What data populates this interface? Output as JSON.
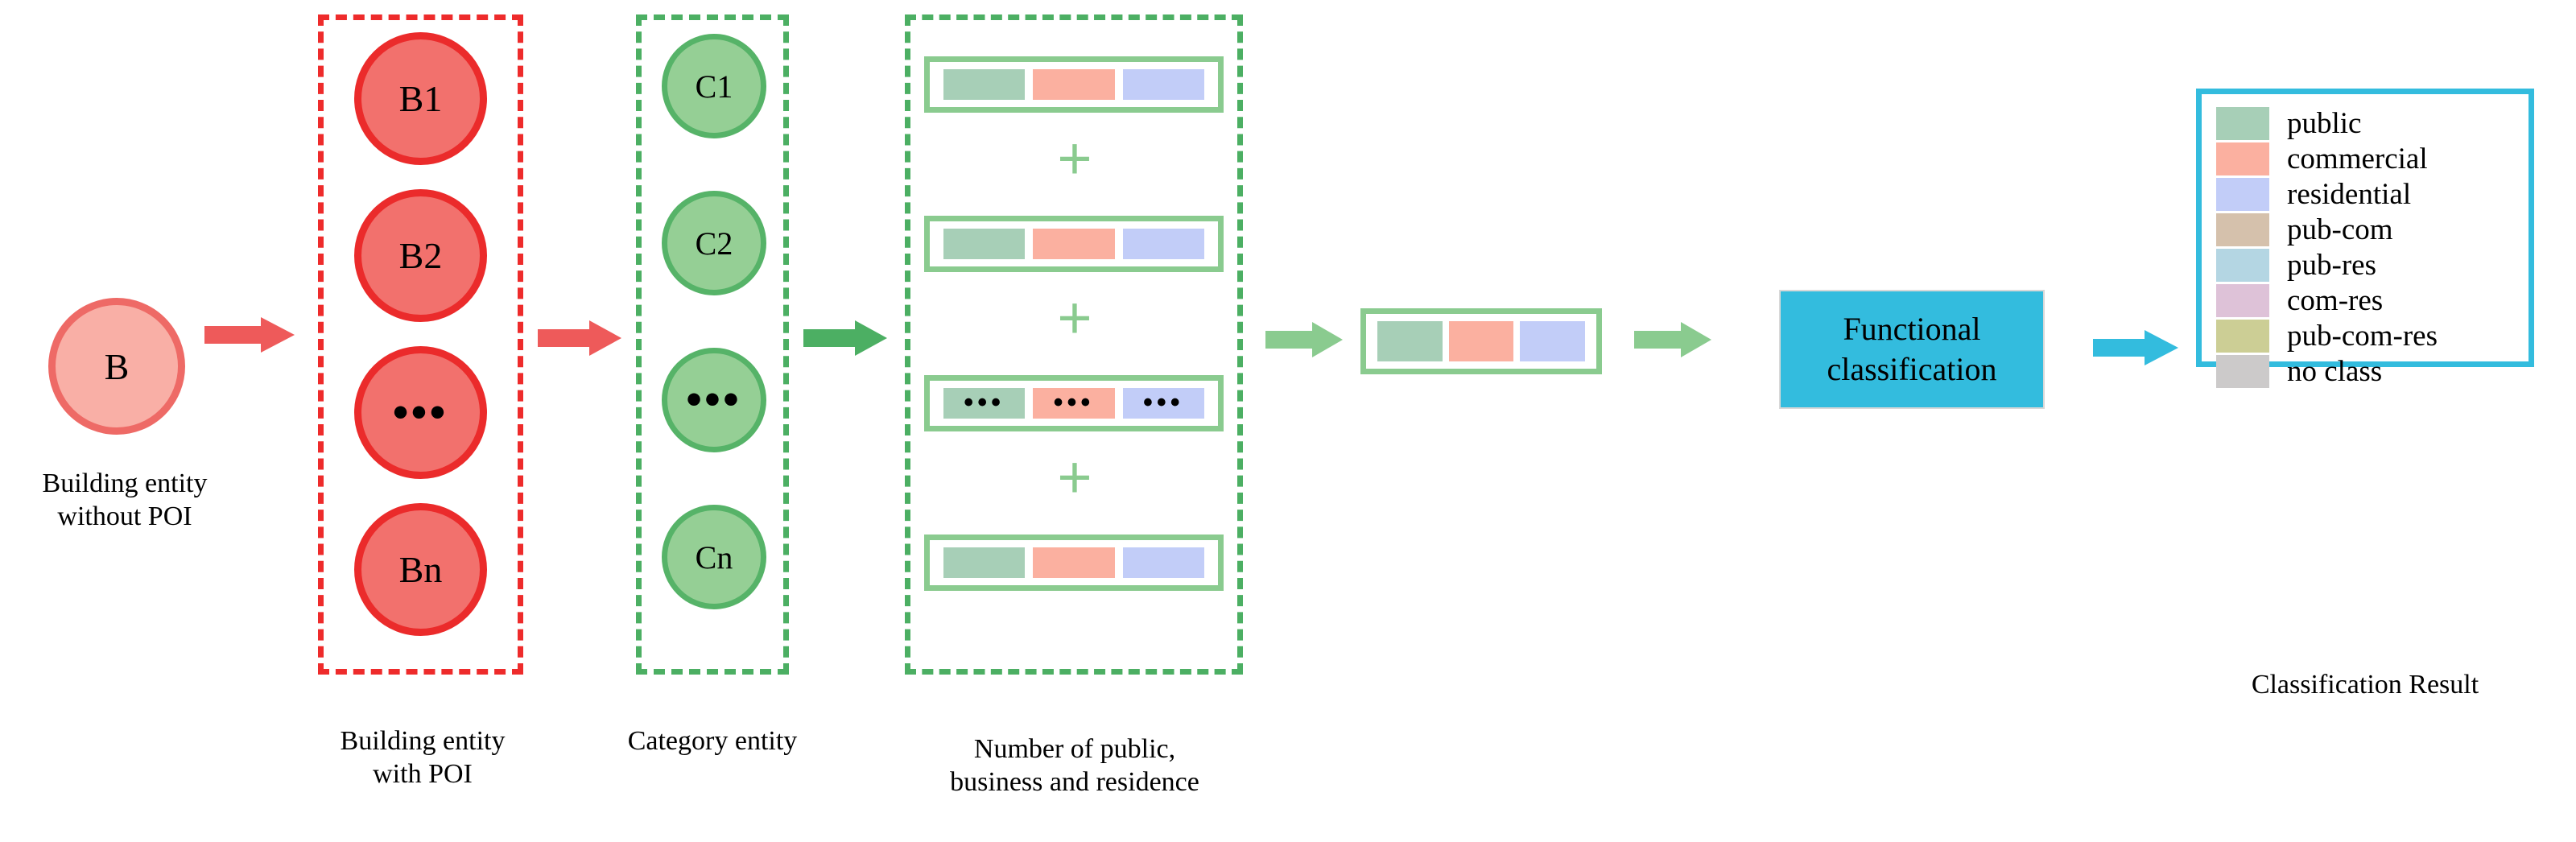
{
  "colors": {
    "public": "#A7CFB7",
    "commercial": "#FBB0A0",
    "residential": "#C2CDF8",
    "pub_com": "#D5C1AC",
    "pub_res": "#B4D6E3",
    "com_res": "#DEC2D8",
    "pub_com_res": "#CCCE95",
    "no_class": "#CCCACA",
    "red_arrow": "#EE5A5A",
    "green_arrow_dark": "#4CAF63",
    "green_arrow_light": "#8ACB8F",
    "cyan_arrow": "#33BCDE",
    "red_circle_fill": "#F2716D",
    "red_circle_stroke": "#EB2B2B",
    "green_circle_fill": "#95CF95",
    "green_circle_stroke": "#56B368",
    "b_circle_fill": "#F9AFA6",
    "b_circle_stroke": "#EE6A66"
  },
  "stage_building": {
    "node_label": "B",
    "caption": "Building entity\nwithout POI"
  },
  "stage_building_poi": {
    "caption": "Building entity\nwith POI",
    "nodes": [
      {
        "label": "B1"
      },
      {
        "label": "B2"
      },
      {
        "label": "•••"
      },
      {
        "label": "Bn"
      }
    ]
  },
  "stage_category": {
    "caption": "Category entity",
    "nodes": [
      {
        "label": "C1"
      },
      {
        "label": "C2"
      },
      {
        "label": "•••"
      },
      {
        "label": "Cn"
      }
    ]
  },
  "stage_counts": {
    "caption": "Number of  public,\nbusiness and residence",
    "plus_symbol": "+",
    "rows": [
      {
        "cells": [
          "",
          "",
          ""
        ]
      },
      {
        "cells": [
          "",
          "",
          ""
        ]
      },
      {
        "cells": [
          "•••",
          "•••",
          "•••"
        ]
      },
      {
        "cells": [
          "",
          "",
          ""
        ]
      }
    ]
  },
  "stage_aggregate": {
    "cells": [
      "",
      "",
      ""
    ]
  },
  "stage_classifier": {
    "label": "Functional\nclassification"
  },
  "legend": {
    "caption": "Classification Result",
    "items": [
      {
        "label": "public",
        "color": "#A7CFB7"
      },
      {
        "label": "commercial",
        "color": "#FBB0A0"
      },
      {
        "label": "residential",
        "color": "#C2CDF8"
      },
      {
        "label": "pub-com",
        "color": "#D5C1AC"
      },
      {
        "label": "pub-res",
        "color": "#B4D6E3"
      },
      {
        "label": "com-res",
        "color": "#DEC2D8"
      },
      {
        "label": "pub-com-res",
        "color": "#CCCE95"
      },
      {
        "label": "no class",
        "color": "#CCCACA"
      }
    ]
  }
}
